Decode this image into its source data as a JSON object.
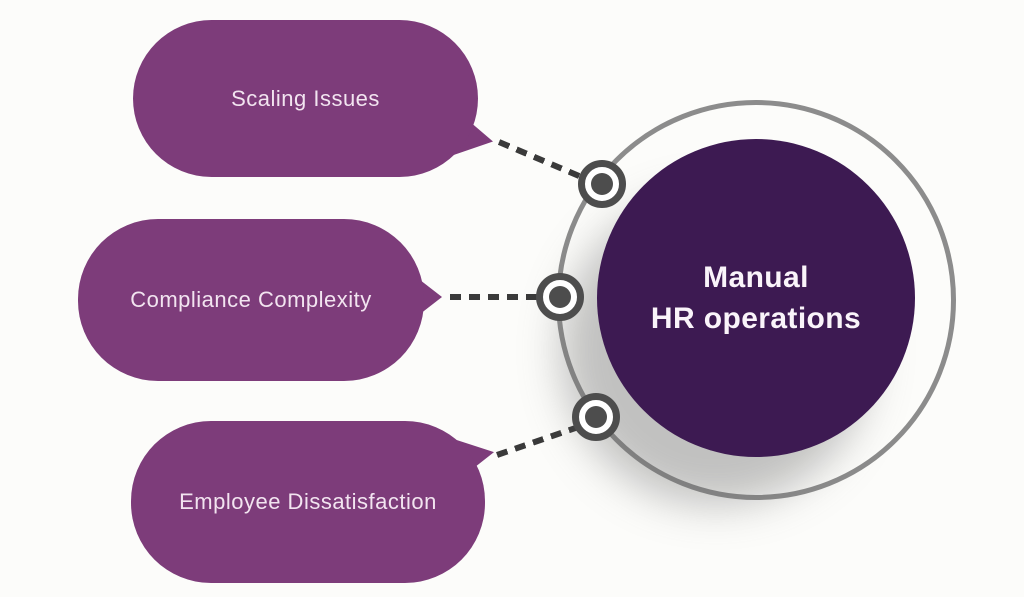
{
  "center": {
    "line1": "Manual",
    "line2": "HR operations"
  },
  "bubbles": [
    {
      "label": "Scaling Issues"
    },
    {
      "label": "Compliance Complexity"
    },
    {
      "label": "Employee Dissatisfaction"
    }
  ],
  "colors": {
    "background": "#fcfcfa",
    "bubble_fill": "#7d3c7a",
    "bubble_text": "#f2e4f0",
    "center_fill": "#3d1a52",
    "center_text": "#faf4fa",
    "ring_stroke": "#8c8c8c",
    "connector": "#3a3a3a",
    "node": "#4d4d4d"
  }
}
